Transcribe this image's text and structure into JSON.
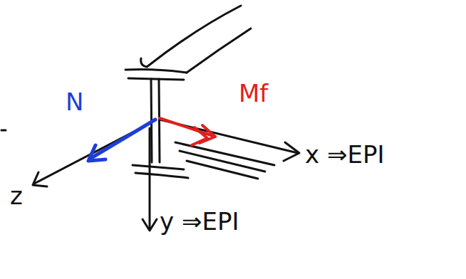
{
  "diagram": {
    "labels": [
      "N",
      "Mf",
      "z",
      "x ⇒EPI",
      "y ⇒EPI"
    ]
  }
}
